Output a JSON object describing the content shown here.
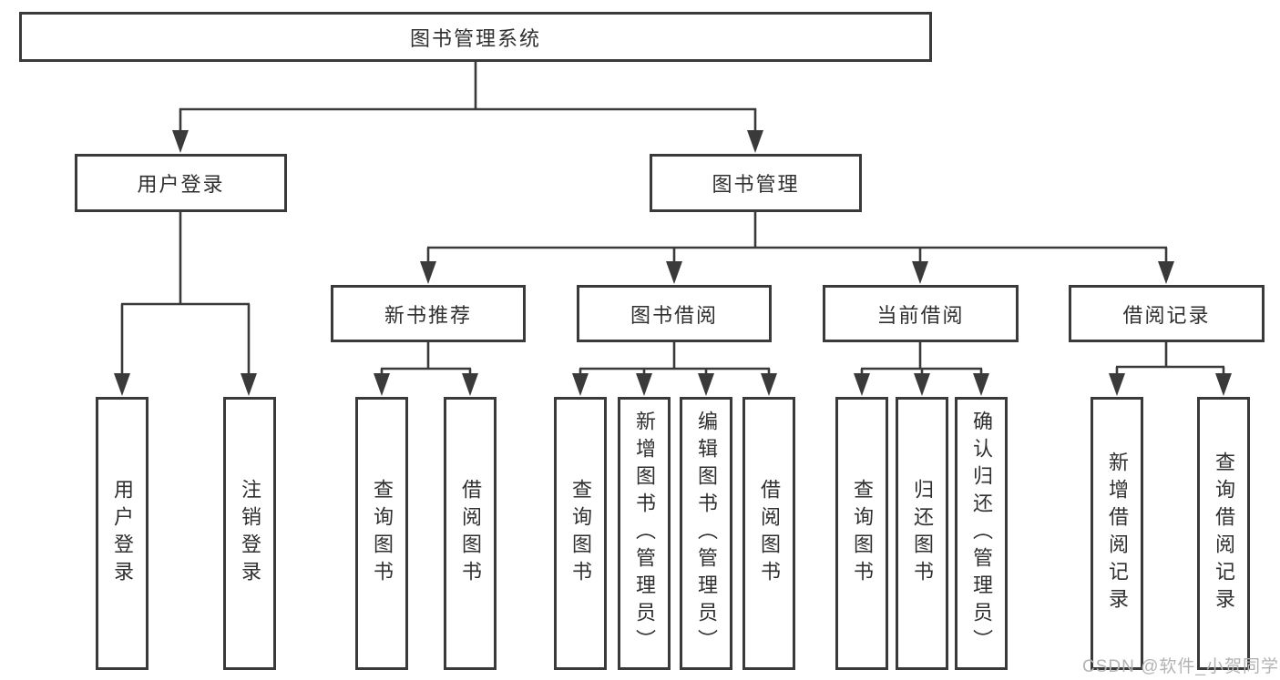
{
  "diagram": {
    "tree": {
      "label": "图书管理系统",
      "children": [
        {
          "label": "用户登录",
          "children": [
            {
              "label": "用户登录"
            },
            {
              "label": "注销登录"
            }
          ]
        },
        {
          "label": "图书管理",
          "children": [
            {
              "label": "新书推荐",
              "children": [
                {
                  "label": "查询图书"
                },
                {
                  "label": "借阅图书"
                }
              ]
            },
            {
              "label": "图书借阅",
              "children": [
                {
                  "label": "查询图书"
                },
                {
                  "label": "新增图书（管理员）"
                },
                {
                  "label": "编辑图书（管理员）"
                },
                {
                  "label": "借阅图书"
                }
              ]
            },
            {
              "label": "当前借阅",
              "children": [
                {
                  "label": "查询图书"
                },
                {
                  "label": "归还图书"
                },
                {
                  "label": "确认归还（管理员）"
                }
              ]
            },
            {
              "label": "借阅记录",
              "children": [
                {
                  "label": "新增借阅记录"
                },
                {
                  "label": "查询借阅记录"
                }
              ]
            }
          ]
        }
      ]
    },
    "colors": {
      "line": "#3a3a3a",
      "box_border": "#3a3a3a",
      "text": "#2f2f2f",
      "background": "#ffffff",
      "watermark": "#b3b3b3"
    }
  },
  "watermark": {
    "text": "CSDN @软件_小贺同学"
  }
}
